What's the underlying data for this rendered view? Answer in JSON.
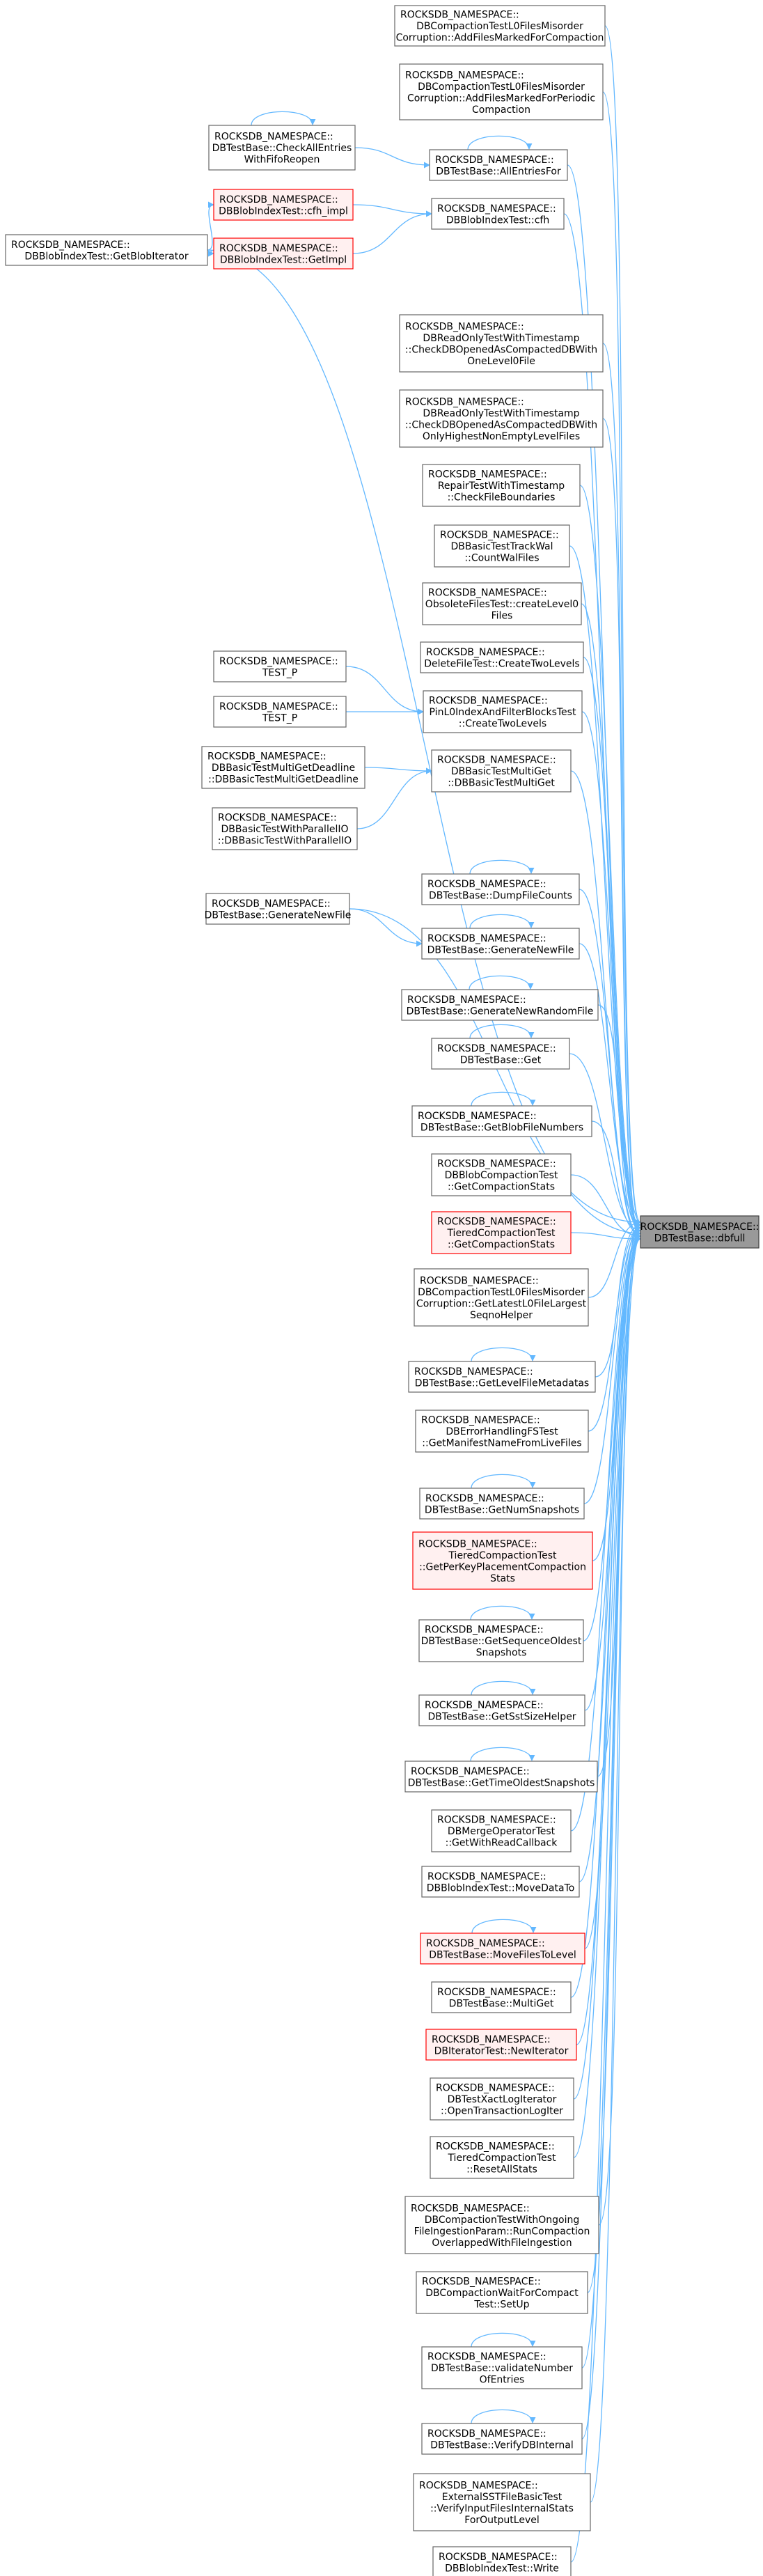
{
  "colors": {
    "edge": "#63b8ff",
    "box_border": "#666666",
    "box_fill": "#ffffff",
    "hl_border": "#ff0000",
    "hl_fill": "#fff0f0",
    "target_fill": "#999999",
    "target_border": "#404040"
  },
  "target": {
    "lines": [
      "ROCKSDB_NAMESPACE::",
      "DBTestBase::dbfull"
    ]
  },
  "nodes": [
    {
      "id": "n1",
      "lines": [
        "ROCKSDB_NAMESPACE::",
        "DBCompactionTestL0FilesMisorder",
        "Corruption::AddFilesMarkedForCompaction"
      ]
    },
    {
      "id": "n2",
      "lines": [
        "ROCKSDB_NAMESPACE::",
        "DBCompactionTestL0FilesMisorder",
        "Corruption::AddFilesMarkedForPeriodic",
        "Compaction"
      ]
    },
    {
      "id": "n3",
      "lines": [
        "ROCKSDB_NAMESPACE::",
        "DBTestBase::AllEntriesFor"
      ]
    },
    {
      "id": "n4",
      "lines": [
        "ROCKSDB_NAMESPACE::",
        "DBTestBase::CheckAllEntries",
        "WithFifoReopen"
      ]
    },
    {
      "id": "n5",
      "lines": [
        "ROCKSDB_NAMESPACE::",
        "DBBlobIndexTest::cfh"
      ]
    },
    {
      "id": "n6",
      "lines": [
        "ROCKSDB_NAMESPACE::",
        "DBBlobIndexTest::cfh_impl"
      ],
      "highlight": true
    },
    {
      "id": "n7",
      "lines": [
        "ROCKSDB_NAMESPACE::",
        "DBBlobIndexTest::GetImpl"
      ],
      "highlight": true
    },
    {
      "id": "n8",
      "lines": [
        "ROCKSDB_NAMESPACE::",
        "DBBlobIndexTest::GetBlobIterator"
      ]
    },
    {
      "id": "n9",
      "lines": [
        "ROCKSDB_NAMESPACE::",
        "DBReadOnlyTestWithTimestamp",
        "::CheckDBOpenedAsCompactedDBWith",
        "OneLevel0File"
      ]
    },
    {
      "id": "n10",
      "lines": [
        "ROCKSDB_NAMESPACE::",
        "DBReadOnlyTestWithTimestamp",
        "::CheckDBOpenedAsCompactedDBWith",
        "OnlyHighestNonEmptyLevelFiles"
      ]
    },
    {
      "id": "n11",
      "lines": [
        "ROCKSDB_NAMESPACE::",
        "RepairTestWithTimestamp",
        "::CheckFileBoundaries"
      ]
    },
    {
      "id": "n12",
      "lines": [
        "ROCKSDB_NAMESPACE::",
        "DBBasicTestTrackWal",
        "::CountWalFiles"
      ]
    },
    {
      "id": "n13",
      "lines": [
        "ROCKSDB_NAMESPACE::",
        "ObsoleteFilesTest::createLevel0",
        "Files"
      ]
    },
    {
      "id": "n14",
      "lines": [
        "ROCKSDB_NAMESPACE::",
        "DeleteFileTest::CreateTwoLevels"
      ]
    },
    {
      "id": "n15",
      "lines": [
        "ROCKSDB_NAMESPACE::",
        "PinL0IndexAndFilterBlocksTest",
        "::CreateTwoLevels"
      ]
    },
    {
      "id": "n16",
      "lines": [
        "ROCKSDB_NAMESPACE::",
        "TEST_P"
      ]
    },
    {
      "id": "n17",
      "lines": [
        "ROCKSDB_NAMESPACE::",
        "TEST_P"
      ]
    },
    {
      "id": "n18",
      "lines": [
        "ROCKSDB_NAMESPACE::",
        "DBBasicTestMultiGet",
        "::DBBasicTestMultiGet"
      ]
    },
    {
      "id": "n19",
      "lines": [
        "ROCKSDB_NAMESPACE::",
        "DBBasicTestMultiGetDeadline",
        "::DBBasicTestMultiGetDeadline"
      ]
    },
    {
      "id": "n20",
      "lines": [
        "ROCKSDB_NAMESPACE::",
        "DBBasicTestWithParallelIO",
        "::DBBasicTestWithParallelIO"
      ]
    },
    {
      "id": "n21",
      "lines": [
        "ROCKSDB_NAMESPACE::",
        "DBTestBase::DumpFileCounts"
      ]
    },
    {
      "id": "n22",
      "lines": [
        "ROCKSDB_NAMESPACE::",
        "DBTestBase::GenerateNewFile"
      ]
    },
    {
      "id": "n23",
      "lines": [
        "ROCKSDB_NAMESPACE::",
        "DBTestBase::GenerateNewFile"
      ]
    },
    {
      "id": "n24",
      "lines": [
        "ROCKSDB_NAMESPACE::",
        "DBTestBase::GenerateNewRandomFile"
      ]
    },
    {
      "id": "n25",
      "lines": [
        "ROCKSDB_NAMESPACE::",
        "DBTestBase::Get"
      ]
    },
    {
      "id": "n26",
      "lines": [
        "ROCKSDB_NAMESPACE::",
        "DBTestBase::GetBlobFileNumbers"
      ]
    },
    {
      "id": "n27",
      "lines": [
        "ROCKSDB_NAMESPACE::",
        "DBBlobCompactionTest",
        "::GetCompactionStats"
      ]
    },
    {
      "id": "n28",
      "lines": [
        "ROCKSDB_NAMESPACE::",
        "TieredCompactionTest",
        "::GetCompactionStats"
      ],
      "highlight": true
    },
    {
      "id": "n29",
      "lines": [
        "ROCKSDB_NAMESPACE::",
        "DBCompactionTestL0FilesMisorder",
        "Corruption::GetLatestL0FileLargest",
        "SeqnoHelper"
      ]
    },
    {
      "id": "n30",
      "lines": [
        "ROCKSDB_NAMESPACE::",
        "DBTestBase::GetLevelFileMetadatas"
      ]
    },
    {
      "id": "n31",
      "lines": [
        "ROCKSDB_NAMESPACE::",
        "DBErrorHandlingFSTest",
        "::GetManifestNameFromLiveFiles"
      ]
    },
    {
      "id": "n32",
      "lines": [
        "ROCKSDB_NAMESPACE::",
        "DBTestBase::GetNumSnapshots"
      ]
    },
    {
      "id": "n33",
      "lines": [
        "ROCKSDB_NAMESPACE::",
        "TieredCompactionTest",
        "::GetPerKeyPlacementCompaction",
        "Stats"
      ],
      "highlight": true
    },
    {
      "id": "n34",
      "lines": [
        "ROCKSDB_NAMESPACE::",
        "DBTestBase::GetSequenceOldest",
        "Snapshots"
      ]
    },
    {
      "id": "n35",
      "lines": [
        "ROCKSDB_NAMESPACE::",
        "DBTestBase::GetSstSizeHelper"
      ]
    },
    {
      "id": "n36",
      "lines": [
        "ROCKSDB_NAMESPACE::",
        "DBTestBase::GetTimeOldestSnapshots"
      ]
    },
    {
      "id": "n37",
      "lines": [
        "ROCKSDB_NAMESPACE::",
        "DBMergeOperatorTest",
        "::GetWithReadCallback"
      ]
    },
    {
      "id": "n38",
      "lines": [
        "ROCKSDB_NAMESPACE::",
        "DBBlobIndexTest::MoveDataTo"
      ]
    },
    {
      "id": "n39",
      "lines": [
        "ROCKSDB_NAMESPACE::",
        "DBTestBase::MoveFilesToLevel"
      ],
      "highlight": true
    },
    {
      "id": "n40",
      "lines": [
        "ROCKSDB_NAMESPACE::",
        "DBTestBase::MultiGet"
      ]
    },
    {
      "id": "n41",
      "lines": [
        "ROCKSDB_NAMESPACE::",
        "DBIteratorTest::NewIterator"
      ],
      "highlight": true
    },
    {
      "id": "n42",
      "lines": [
        "ROCKSDB_NAMESPACE::",
        "DBTestXactLogIterator",
        "::OpenTransactionLogIter"
      ]
    },
    {
      "id": "n43",
      "lines": [
        "ROCKSDB_NAMESPACE::",
        "TieredCompactionTest",
        "::ResetAllStats"
      ]
    },
    {
      "id": "n44",
      "lines": [
        "ROCKSDB_NAMESPACE::",
        "DBCompactionTestWithOngoing",
        "FileIngestionParam::RunCompaction",
        "OverlappedWithFileIngestion"
      ]
    },
    {
      "id": "n45",
      "lines": [
        "ROCKSDB_NAMESPACE::",
        "DBCompactionWaitForCompact",
        "Test::SetUp"
      ]
    },
    {
      "id": "n46",
      "lines": [
        "ROCKSDB_NAMESPACE::",
        "DBTestBase::validateNumber",
        "OfEntries"
      ]
    },
    {
      "id": "n47",
      "lines": [
        "ROCKSDB_NAMESPACE::",
        "DBTestBase::VerifyDBInternal"
      ]
    },
    {
      "id": "n48",
      "lines": [
        "ROCKSDB_NAMESPACE::",
        "ExternalSSTFileBasicTest",
        "::VerifyInputFilesInternalStats",
        "ForOutputLevel"
      ]
    },
    {
      "id": "n49",
      "lines": [
        "ROCKSDB_NAMESPACE::",
        "DBBlobIndexTest::Write"
      ]
    }
  ]
}
